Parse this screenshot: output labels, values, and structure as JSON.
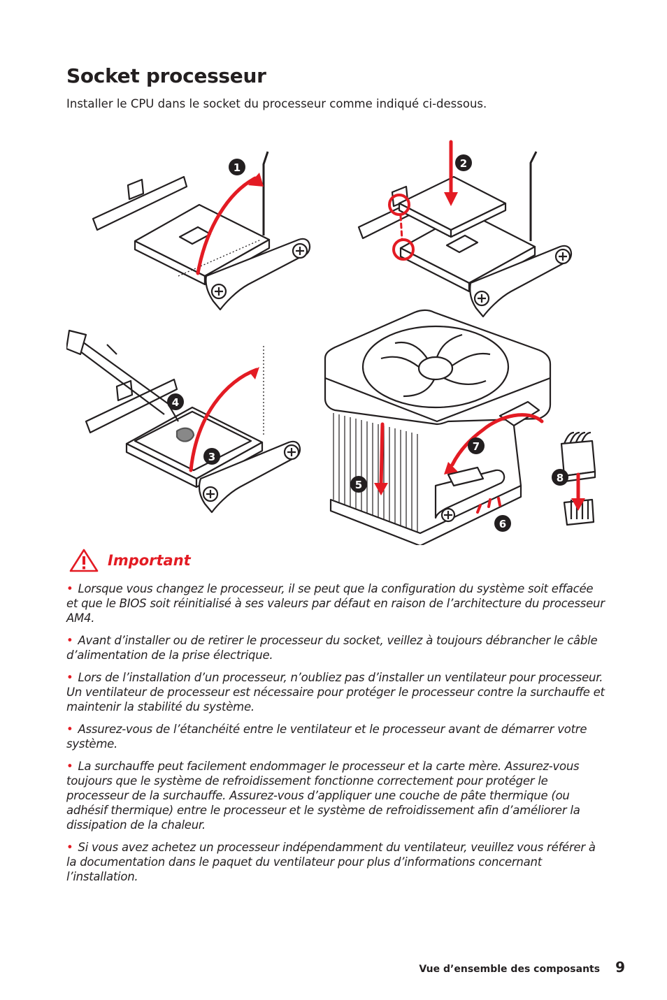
{
  "heading": "Socket processeur",
  "intro": "Installer le CPU dans le socket du processeur comme indiqué ci-dessous.",
  "diagram": {
    "steps": [
      "1",
      "2",
      "3",
      "4",
      "5",
      "6",
      "7",
      "8"
    ],
    "colors": {
      "accent": "#e31b23",
      "line": "#231f20",
      "fill": "#ffffff"
    }
  },
  "important": {
    "label": "Important",
    "icon": "warning-icon",
    "notes": [
      "Lorsque vous changez le processeur, il se peut que la configuration du système soit effacée et que le BIOS soit réinitialisé à ses valeurs par défaut en raison de l’architecture du processeur AM4.",
      "Avant d’installer ou de retirer le processeur du socket, veillez à toujours débrancher le câble d’alimentation de la prise électrique.",
      "Lors de l’installation d’un processeur, n’oubliez pas d’installer un ventilateur pour processeur. Un ventilateur de processeur est nécessaire pour protéger le processeur contre la surchauffe et maintenir la stabilité du système.",
      "Assurez-vous de l’étanchéité entre le ventilateur et le processeur avant de démarrer votre système.",
      "La surchauffe peut facilement endommager le processeur et la carte mère. Assurez-vous toujours que le système de refroidissement fonctionne correctement pour protéger le processeur de la surchauffe. Assurez-vous d’appliquer une couche de pâte thermique (ou adhésif thermique) entre le processeur et le système de refroidissement afin d’améliorer la dissipation de la chaleur.",
      "Si vous avez achetez un processeur indépendamment du ventilateur, veuillez vous référer à la documentation dans le paquet du ventilateur pour plus d’informations concernant l’installation."
    ]
  },
  "footer": {
    "section": "Vue d’ensemble des composants",
    "page": "9"
  }
}
